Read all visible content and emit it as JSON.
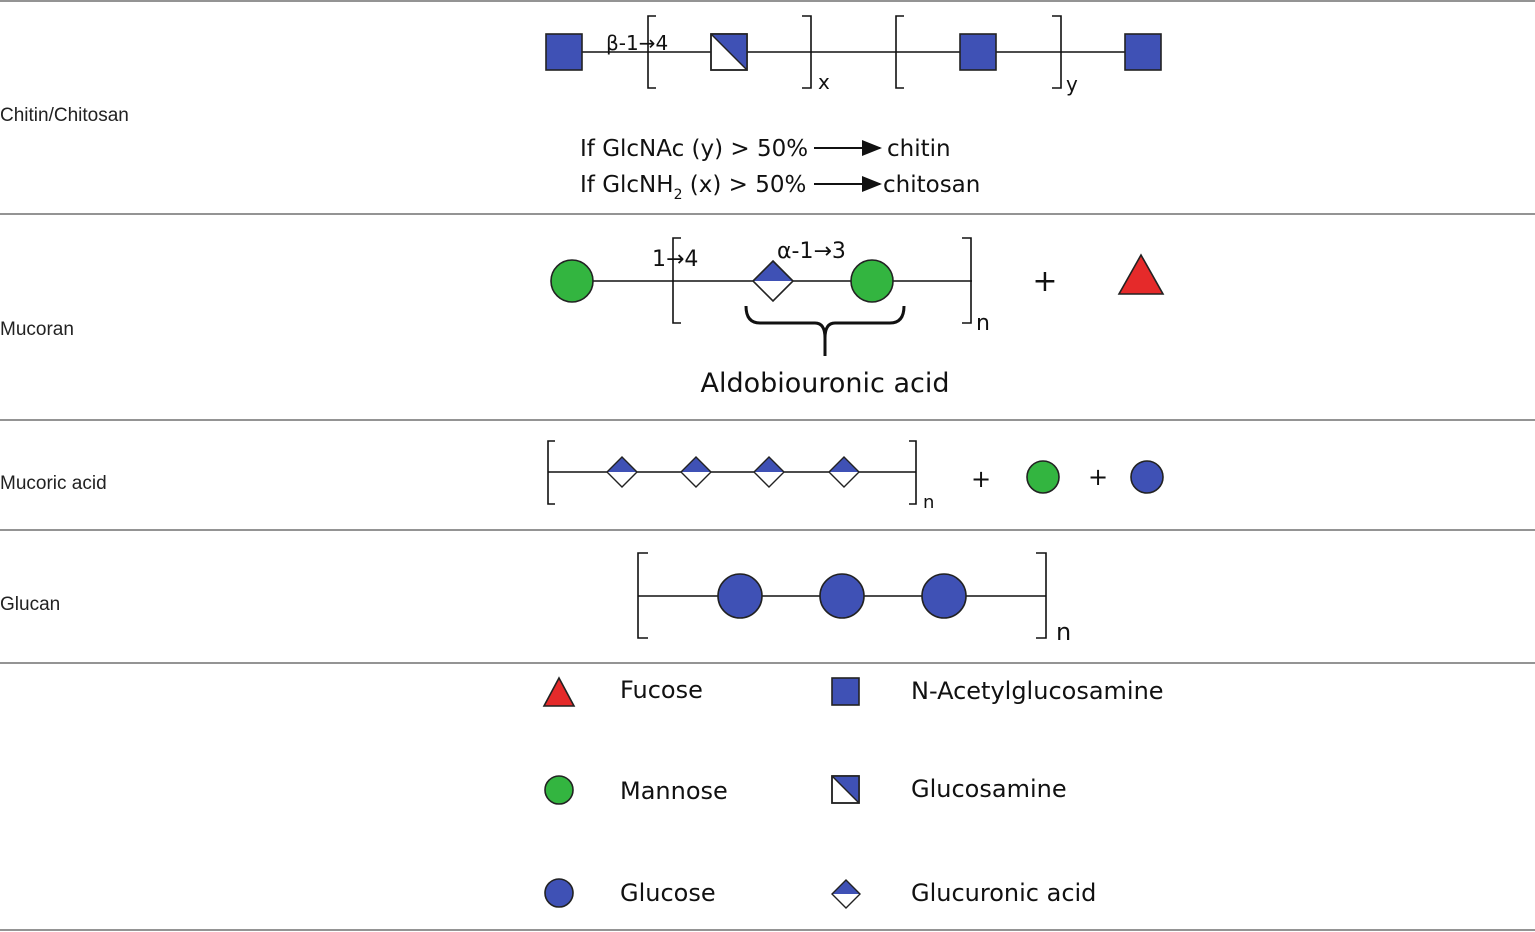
{
  "rows": {
    "chitin": {
      "label": "Chitin/Chitosan",
      "linkage": "β-1→4",
      "sub_x": "x",
      "sub_y": "y",
      "rule1_prefix": "If GlcNAc (y) > 50%",
      "rule1_result": "chitin",
      "rule2_prefix": "If GlcNH",
      "rule2_sub": "2",
      "rule2_rest": " (x) > 50%",
      "rule2_result": "chitosan"
    },
    "mucoran": {
      "label": "Mucoran",
      "linkage1": "1→4",
      "linkage2": "α-1→3",
      "sub_n": "n",
      "plus": "+",
      "brace_label": "Aldobiouronic acid"
    },
    "mucoric": {
      "label": "Mucoric acid",
      "sub_n": "n",
      "plus1": "+",
      "plus2": "+"
    },
    "glucan": {
      "label": "Glucan",
      "sub_n": "n"
    }
  },
  "legend": {
    "fucose": "Fucose",
    "n_acetylglucosamine": "N-Acetylglucosamine",
    "mannose": "Mannose",
    "glucosamine": "Glucosamine",
    "glucose": "Glucose",
    "glucuronic_acid": "Glucuronic acid"
  },
  "colors": {
    "glcnac_glucose_blue": "#3f51b5",
    "mannose_green": "#33b540",
    "fucose_red": "#e52a2a"
  }
}
